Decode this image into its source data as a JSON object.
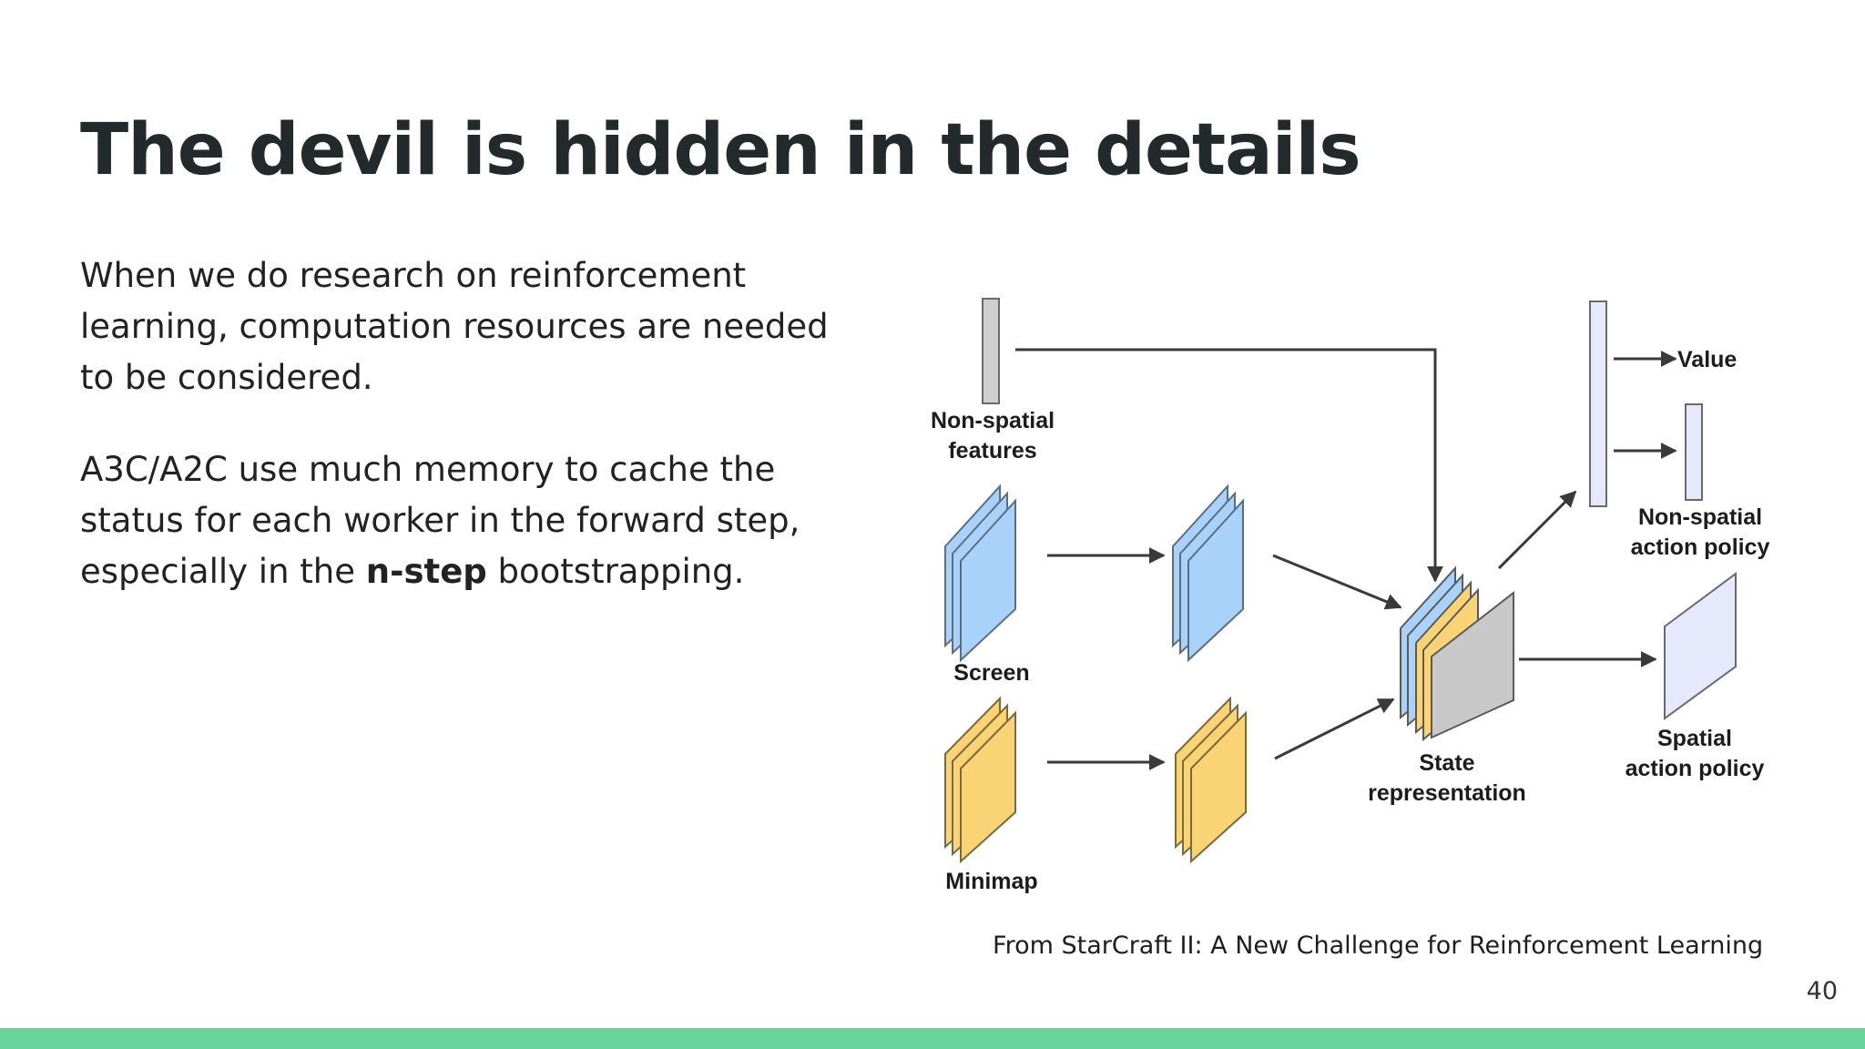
{
  "slide": {
    "title": "The devil is hidden in the details",
    "paragraph1": "When we do research on reinforcement learning, computation resources are needed to be considered.",
    "paragraph2_before": "A3C/A2C use much memory to cache the status for each worker in the forward step, especially in the ",
    "paragraph2_bold": "n-step",
    "paragraph2_after": " bootstrapping.",
    "caption": "From StarCraft II: A New Challenge for Reinforcement Learning",
    "page_number": "40"
  },
  "diagram": {
    "labels": {
      "nonspatial_features_1": "Non-spatial",
      "nonspatial_features_2": "features",
      "screen": "Screen",
      "minimap": "Minimap",
      "state_1": "State",
      "state_2": "representation",
      "value": "Value",
      "nonspatial_policy_1": "Non-spatial",
      "nonspatial_policy_2": "action policy",
      "spatial_policy_1": "Spatial",
      "spatial_policy_2": "action policy"
    }
  },
  "colors": {
    "footer": "#68d39b",
    "screen_blue": "#a9d2fb",
    "minimap_yellow": "#fad375",
    "state_gray": "#c8c8c8",
    "policy_lavender": "#e6e8fb",
    "arrow": "#3a3a3a"
  }
}
